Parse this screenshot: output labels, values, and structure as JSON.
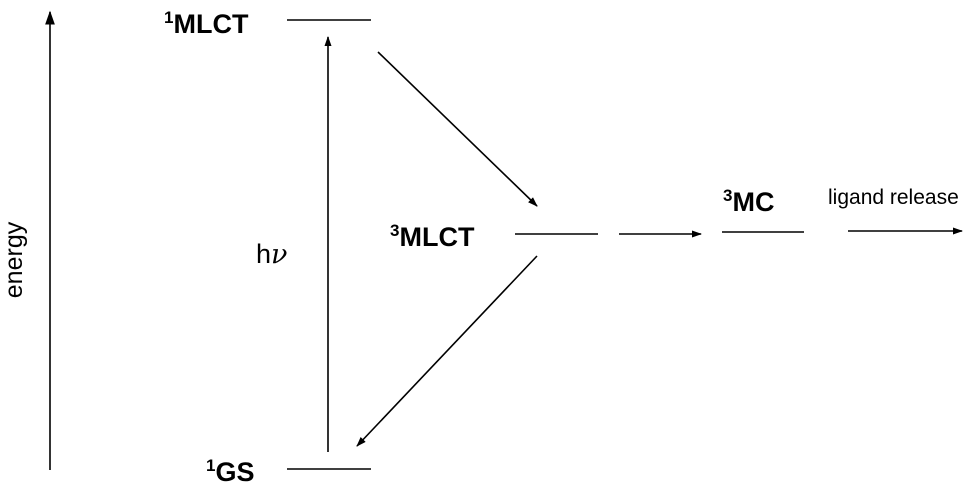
{
  "axis": {
    "label": "energy"
  },
  "states": {
    "s1_mlct": {
      "sup": "1",
      "name": "MLCT"
    },
    "s3_mlct": {
      "sup": "3",
      "name": "MLCT"
    },
    "s3_mc": {
      "sup": "3",
      "name": "MC"
    },
    "s1_gs": {
      "sup": "1",
      "name": "GS"
    }
  },
  "excitation": {
    "h": "h",
    "nu": "ν"
  },
  "process": {
    "ligand_release": "ligand release"
  },
  "colors": {
    "line": "#000000",
    "background": "#ffffff"
  }
}
